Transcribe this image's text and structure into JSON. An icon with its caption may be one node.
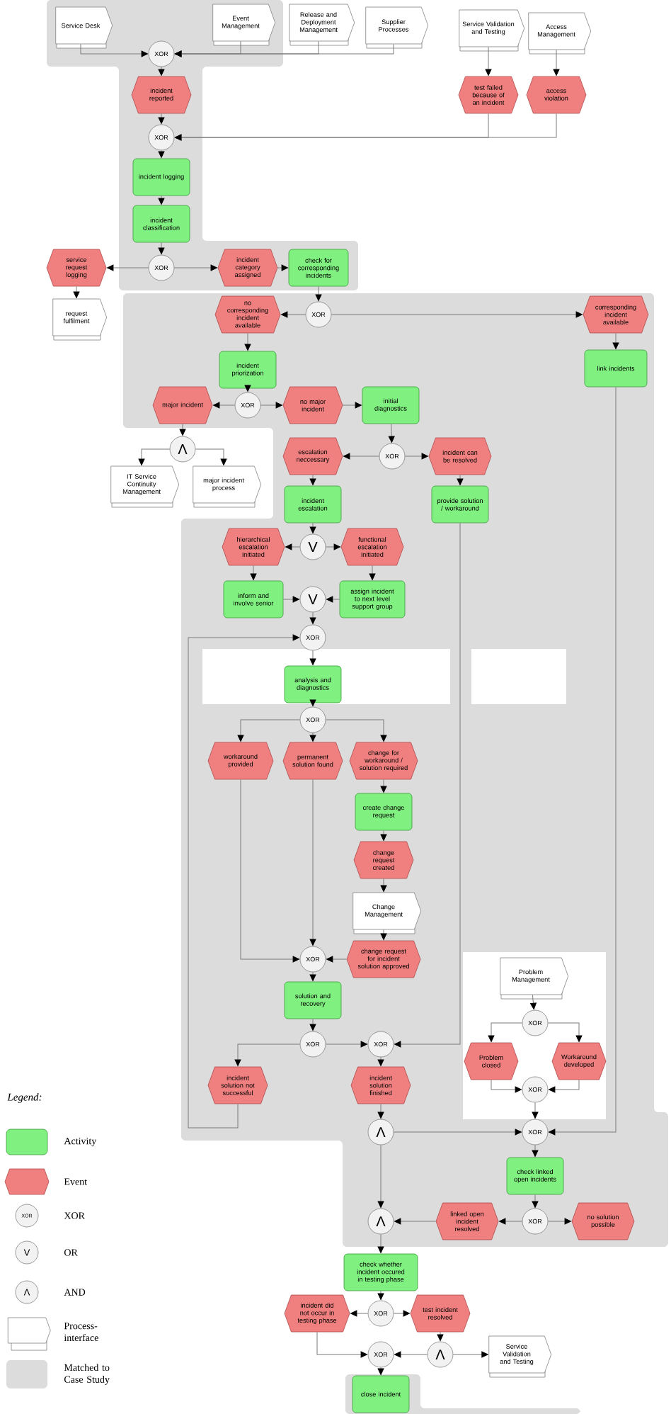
{
  "diagram": {
    "nodes": [
      {
        "text": [
          "Service Desk"
        ]
      },
      {
        "text": [
          "Event Management"
        ]
      },
      {
        "text": [
          "Release and Deployment Management"
        ]
      },
      {
        "text": [
          "Supplier Processes"
        ]
      },
      {
        "text": [
          "Service Validation and Testing"
        ]
      },
      {
        "text": [
          "Access Management"
        ]
      },
      {
        "text": [
          "XOR"
        ]
      },
      {
        "text": [
          "incident reported"
        ]
      },
      {
        "text": [
          "test failed because of an incident"
        ]
      },
      {
        "text": [
          "access violation"
        ]
      },
      {
        "text": [
          "XOR"
        ]
      },
      {
        "text": [
          "incident logging"
        ]
      },
      {
        "text": [
          "incident classification"
        ]
      },
      {
        "text": [
          "XOR"
        ]
      },
      {
        "text": [
          "service request logging"
        ]
      },
      {
        "text": [
          "request fulfilment"
        ]
      },
      {
        "text": [
          "incident category assigned"
        ]
      },
      {
        "text": [
          "check for corresponding incidents"
        ]
      },
      {
        "text": [
          "XOR"
        ]
      },
      {
        "text": [
          "no corresponding incident available"
        ]
      },
      {
        "text": [
          "corresponding incident available"
        ]
      },
      {
        "text": [
          "incident priorization"
        ]
      },
      {
        "text": [
          "link incidents"
        ]
      },
      {
        "text": [
          "XOR"
        ]
      },
      {
        "text": [
          "major incident"
        ]
      },
      {
        "text": [
          "no major incident"
        ]
      },
      {
        "text": [
          "initial diagnostics"
        ]
      },
      {
        "text": [
          "Λ"
        ]
      },
      {
        "text": [
          "IT Service Continuity Management"
        ]
      },
      {
        "text": [
          "major incident process"
        ]
      },
      {
        "text": [
          "XOR"
        ]
      },
      {
        "text": [
          "escalation neccessary"
        ]
      },
      {
        "text": [
          "incident can be resolved"
        ]
      },
      {
        "text": [
          "incident escalation"
        ]
      },
      {
        "text": [
          "provide solution / workaround"
        ]
      },
      {
        "text": [
          "V"
        ]
      },
      {
        "text": [
          "hierarchical escalation initiated"
        ]
      },
      {
        "text": [
          "functional escalation initiated"
        ]
      },
      {
        "text": [
          "inform and involve senior"
        ]
      },
      {
        "text": [
          "V"
        ]
      },
      {
        "text": [
          "assign incident to next level support group"
        ]
      },
      {
        "text": [
          "XOR"
        ]
      },
      {
        "text": [
          "analysis and diagnostics"
        ]
      },
      {
        "text": [
          "XOR"
        ]
      },
      {
        "text": [
          "workaround provided"
        ]
      },
      {
        "text": [
          "permanent solution found"
        ]
      },
      {
        "text": [
          "change for workaround / solution required"
        ]
      },
      {
        "text": [
          "create change request"
        ]
      },
      {
        "text": [
          "change request created"
        ]
      },
      {
        "text": [
          "Change Management"
        ]
      },
      {
        "text": [
          "change request for incident solution approved"
        ]
      },
      {
        "text": [
          "XOR"
        ]
      },
      {
        "text": [
          "solution and recovery"
        ]
      },
      {
        "text": [
          "XOR"
        ]
      },
      {
        "text": [
          "XOR"
        ]
      },
      {
        "text": [
          "incident solution not successful"
        ]
      },
      {
        "text": [
          "incident solution finished"
        ]
      },
      {
        "text": [
          "Λ"
        ]
      },
      {
        "text": [
          "Problem Management"
        ]
      },
      {
        "text": [
          "XOR"
        ]
      },
      {
        "text": [
          "Problem closed"
        ]
      },
      {
        "text": [
          "Workaround developed"
        ]
      },
      {
        "text": [
          "XOR"
        ]
      },
      {
        "text": [
          "XOR"
        ]
      },
      {
        "text": [
          "check linked open incidents"
        ]
      },
      {
        "text": [
          "Λ"
        ]
      },
      {
        "text": [
          "linked open incident resolved"
        ]
      },
      {
        "text": [
          "XOR"
        ]
      },
      {
        "text": [
          "no solution possible"
        ]
      },
      {
        "text": [
          "check whether incident occured in testing phase"
        ]
      },
      {
        "text": [
          "incident did not occur in testing phase"
        ]
      },
      {
        "text": [
          "XOR"
        ]
      },
      {
        "text": [
          "test incident resolved"
        ]
      },
      {
        "text": [
          "XOR"
        ]
      },
      {
        "text": [
          "Λ"
        ]
      },
      {
        "text": [
          "Service Validation and Testing"
        ]
      },
      {
        "text": [
          "close incident"
        ]
      }
    ],
    "edges": [
      {
        "from": 0,
        "to": 6,
        "arrow": "to"
      },
      {
        "from": 1,
        "to": 6,
        "arrow": "to"
      },
      {
        "from": 2,
        "to": 6,
        "arrow": "to"
      },
      {
        "from": 3,
        "to": 6,
        "arrow": "to"
      },
      {
        "from": 6,
        "to": 7,
        "arrow": "to"
      },
      {
        "from": 7,
        "to": 10,
        "arrow": "to"
      },
      {
        "from": 4,
        "to": 8,
        "arrow": "to"
      },
      {
        "from": 5,
        "to": 9,
        "arrow": "to"
      },
      {
        "from": 8,
        "to": 10,
        "arrow": "to"
      },
      {
        "from": 9,
        "to": 10,
        "arrow": "to"
      },
      {
        "from": 10,
        "to": 11,
        "arrow": "to"
      },
      {
        "from": 11,
        "to": 12,
        "arrow": "to"
      },
      {
        "from": 12,
        "to": 13,
        "arrow": "to"
      },
      {
        "from": 13,
        "to": 14,
        "arrow": "to"
      },
      {
        "from": 13,
        "to": 16,
        "arrow": "to"
      },
      {
        "from": 14,
        "to": 15,
        "arrow": "to"
      },
      {
        "from": 16,
        "to": 17,
        "arrow": "to"
      },
      {
        "from": 17,
        "to": 18,
        "arrow": "to"
      },
      {
        "from": 18,
        "to": 19,
        "arrow": "to"
      },
      {
        "from": 18,
        "to": 20,
        "arrow": "to"
      },
      {
        "from": 19,
        "to": 21,
        "arrow": "to"
      },
      {
        "from": 20,
        "to": 22,
        "arrow": "to"
      },
      {
        "from": 21,
        "to": 23,
        "arrow": "to"
      },
      {
        "from": 23,
        "to": 24,
        "arrow": "to"
      },
      {
        "from": 23,
        "to": 25,
        "arrow": "to"
      },
      {
        "from": 25,
        "to": 26,
        "arrow": "to"
      },
      {
        "from": 24,
        "to": 27,
        "arrow": "to"
      },
      {
        "from": 27,
        "to": 28,
        "arrow": "to"
      },
      {
        "from": 27,
        "to": 29,
        "arrow": "to"
      },
      {
        "from": 26,
        "to": 30,
        "arrow": "to"
      },
      {
        "from": 30,
        "to": 31,
        "arrow": "to"
      },
      {
        "from": 30,
        "to": 32,
        "arrow": "to"
      },
      {
        "from": 31,
        "to": 33,
        "arrow": "to"
      },
      {
        "from": 32,
        "to": 34,
        "arrow": "to"
      },
      {
        "from": 33,
        "to": 35,
        "arrow": "to"
      },
      {
        "from": 35,
        "to": 36,
        "arrow": "to"
      },
      {
        "from": 35,
        "to": 37,
        "arrow": "to"
      },
      {
        "from": 36,
        "to": 38,
        "arrow": "to"
      },
      {
        "from": 37,
        "to": 40,
        "arrow": "to"
      },
      {
        "from": 38,
        "to": 39,
        "arrow": "to"
      },
      {
        "from": 40,
        "to": 39,
        "arrow": "to"
      },
      {
        "from": 39,
        "to": 41,
        "arrow": "to"
      },
      {
        "from": 41,
        "to": 42,
        "arrow": "to"
      },
      {
        "from": 42,
        "to": 43,
        "arrow": "to"
      },
      {
        "from": 43,
        "to": 44,
        "arrow": "to"
      },
      {
        "from": 43,
        "to": 45,
        "arrow": "to"
      },
      {
        "from": 43,
        "to": 46,
        "arrow": "to"
      },
      {
        "from": 46,
        "to": 47,
        "arrow": "to"
      },
      {
        "from": 47,
        "to": 48,
        "arrow": "to"
      },
      {
        "from": 48,
        "to": 49,
        "arrow": "to"
      },
      {
        "from": 49,
        "to": 50,
        "arrow": "to"
      },
      {
        "from": 44,
        "to": 51,
        "arrow": "to"
      },
      {
        "from": 45,
        "to": 51,
        "arrow": "to"
      },
      {
        "from": 50,
        "to": 51,
        "arrow": "to"
      },
      {
        "from": 51,
        "to": 52,
        "arrow": "to"
      },
      {
        "from": 52,
        "to": 53,
        "arrow": "to"
      },
      {
        "from": 53,
        "to": 55,
        "arrow": "to"
      },
      {
        "from": 53,
        "to": 54,
        "arrow": "to"
      },
      {
        "from": 34,
        "to": 54,
        "arrow": "to"
      },
      {
        "from": 54,
        "to": 56,
        "arrow": "to"
      },
      {
        "from": 55,
        "to": 41,
        "arrow": "to"
      },
      {
        "from": 56,
        "to": 57,
        "arrow": "to"
      },
      {
        "from": 58,
        "to": 59,
        "arrow": "to"
      },
      {
        "from": 59,
        "to": 60,
        "arrow": "to"
      },
      {
        "from": 59,
        "to": 61,
        "arrow": "to"
      },
      {
        "from": 60,
        "to": 62,
        "arrow": "to"
      },
      {
        "from": 61,
        "to": 62,
        "arrow": "to"
      },
      {
        "from": 62,
        "to": 63,
        "arrow": "to"
      },
      {
        "from": 57,
        "to": 63,
        "arrow": "to"
      },
      {
        "from": 22,
        "to": 63,
        "arrow": "to"
      },
      {
        "from": 63,
        "to": 64,
        "arrow": "to"
      },
      {
        "from": 64,
        "to": 67,
        "arrow": "to"
      },
      {
        "from": 67,
        "to": 66,
        "arrow": "to"
      },
      {
        "from": 67,
        "to": 68,
        "arrow": "to"
      },
      {
        "from": 66,
        "to": 65,
        "arrow": "to"
      },
      {
        "from": 57,
        "to": 65,
        "arrow": "to"
      },
      {
        "from": 65,
        "to": 69,
        "arrow": "to"
      },
      {
        "from": 69,
        "to": 71,
        "arrow": "to"
      },
      {
        "from": 71,
        "to": 70,
        "arrow": "to"
      },
      {
        "from": 71,
        "to": 72,
        "arrow": "to"
      },
      {
        "from": 70,
        "to": 73,
        "arrow": "to"
      },
      {
        "from": 74,
        "to": 73,
        "arrow": "to"
      },
      {
        "from": 74,
        "to": 75,
        "arrow": "to"
      },
      {
        "from": 72,
        "to": 74,
        "arrow": "to"
      },
      {
        "from": 73,
        "to": 76,
        "arrow": "to"
      }
    ],
    "labels": [
      "Legend:",
      "XOR",
      "V",
      "Λ"
    ],
    "legend": [
      {
        "text": "Activity",
        "color": "#80f080"
      },
      {
        "text": "Event",
        "color": "#f08080"
      },
      {
        "text": "XOR"
      },
      {
        "text": "OR"
      },
      {
        "text": "AND"
      },
      {
        "text": "Process-interface"
      },
      {
        "text": "Matched to Case Study",
        "color": "#dcdcdc"
      }
    ]
  }
}
